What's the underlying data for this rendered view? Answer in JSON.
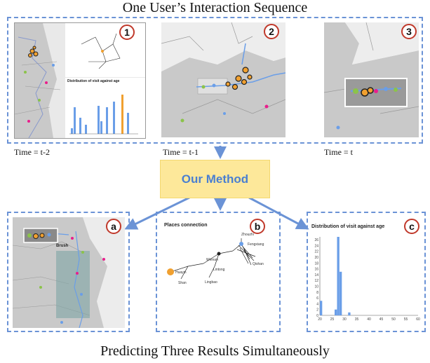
{
  "header": {
    "title": "One User’s Interaction Sequence"
  },
  "footer": {
    "title": "Predicting Three Results Simultaneously"
  },
  "sequence": {
    "badges": [
      "1",
      "2",
      "3"
    ],
    "time_labels": [
      "Time = t-2",
      "Time = t-1",
      "Time = t"
    ],
    "panel1_chart_title": "Distribution of visit against age"
  },
  "method": {
    "label": "Our Method"
  },
  "results": {
    "badges": [
      "a",
      "b",
      "c"
    ],
    "brush_label": "Brush",
    "places_title": "Places connection",
    "places_nodes": [
      "Zhouzhi",
      "Weinan",
      "Fengxiang",
      "Huayin",
      "Lintong",
      "Qishan",
      "Shan",
      "Lingbao"
    ],
    "age_chart_title": "Distribution of visit against age"
  },
  "colors": {
    "dash": "#6b93d6",
    "method_bg": "#fde89a",
    "method_text": "#4a7fd1",
    "bar": "#6a9ee8",
    "highlight": "#f0a030",
    "badge_ring": "#c0392b"
  },
  "chart_data": [
    {
      "type": "bar",
      "title": "Distribution of visit against age",
      "xticks": [
        "20",
        "25",
        "30",
        "35",
        "40",
        "45",
        "50",
        "55",
        "60"
      ],
      "yticks": [
        "0",
        "2",
        "4",
        "6",
        "8",
        "10",
        "12",
        "14",
        "16",
        "18",
        "20",
        "22",
        "24",
        "26"
      ],
      "xlim": [
        20,
        60
      ],
      "ylim": [
        0,
        27
      ],
      "bars": [
        {
          "x": 20.5,
          "y": 5
        },
        {
          "x": 26.5,
          "y": 2
        },
        {
          "x": 27.5,
          "y": 27
        },
        {
          "x": 28.5,
          "y": 15
        },
        {
          "x": 32,
          "y": 1
        }
      ]
    }
  ]
}
